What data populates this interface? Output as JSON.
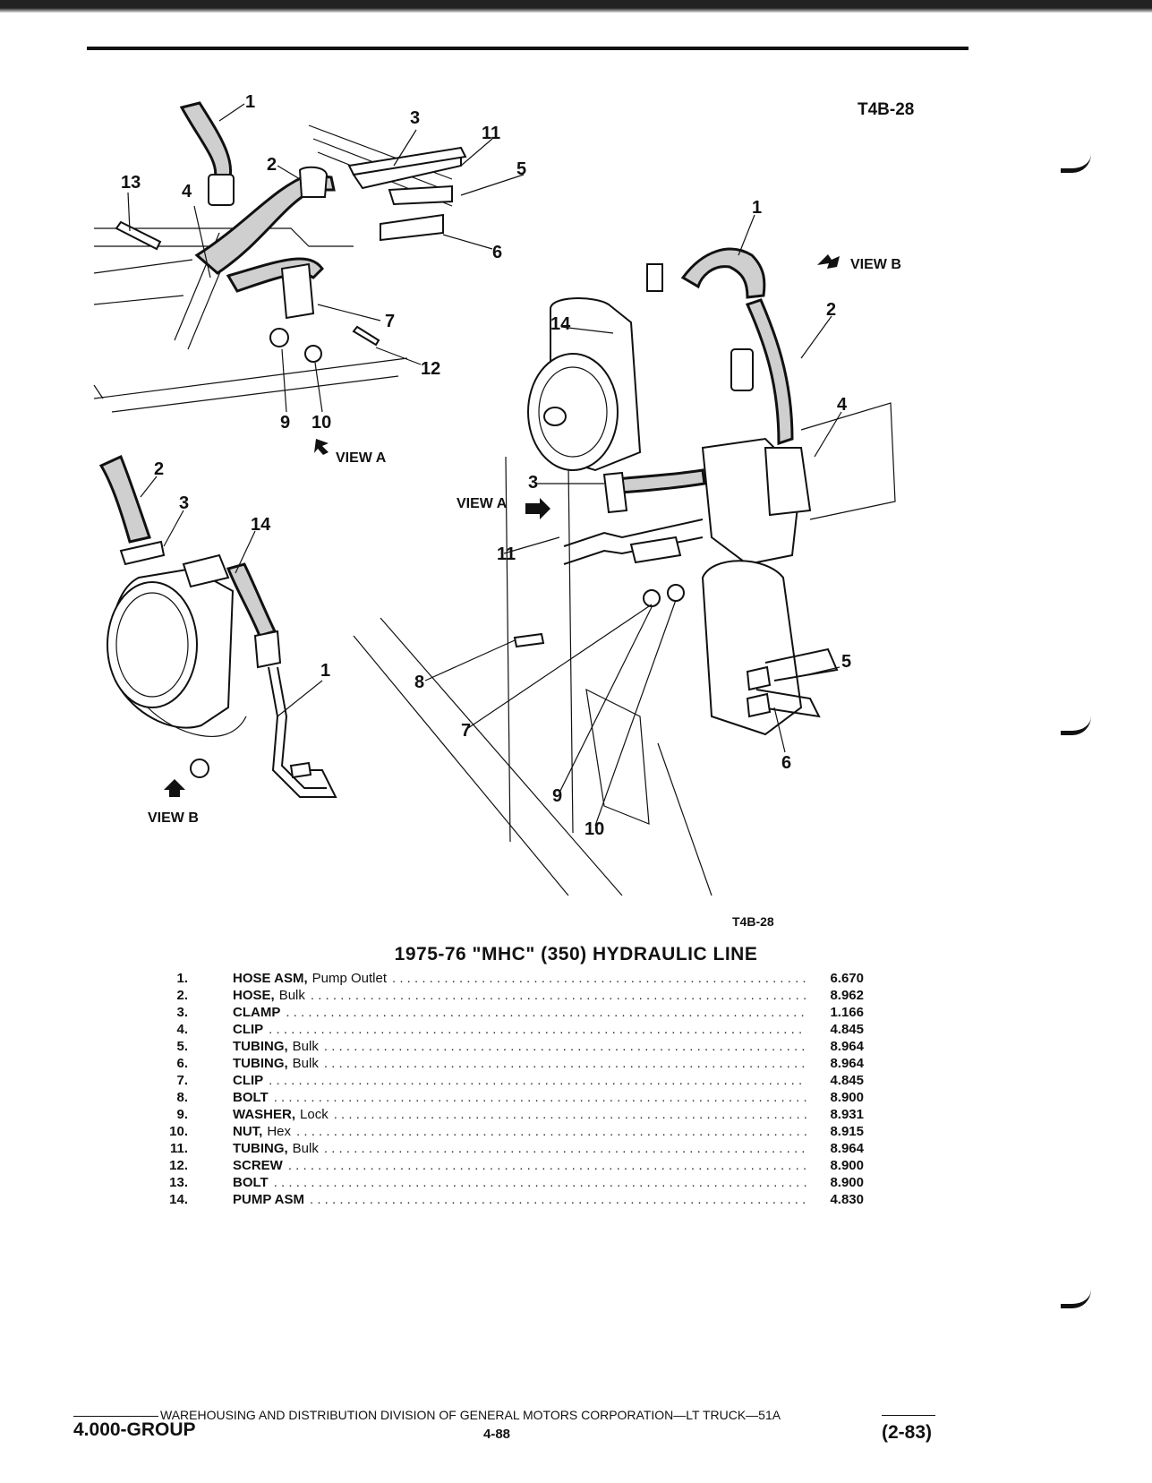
{
  "figure": {
    "code_top": "T4B-28",
    "code_bottom": "T4B-28",
    "view_a_label": "VIEW A",
    "view_b_label": "VIEW B",
    "callouts": [
      "1",
      "2",
      "3",
      "4",
      "5",
      "6",
      "7",
      "8",
      "9",
      "10",
      "11",
      "12",
      "13",
      "14"
    ]
  },
  "parts_list": {
    "title": "1975-76 \"MHC\" (350) HYDRAULIC LINE",
    "items": [
      {
        "num": "1.",
        "name": "HOSE ASM,",
        "desc": "Pump Outlet",
        "code": "6.670"
      },
      {
        "num": "2.",
        "name": "HOSE,",
        "desc": "Bulk",
        "code": "8.962"
      },
      {
        "num": "3.",
        "name": "CLAMP",
        "desc": "",
        "code": "1.166"
      },
      {
        "num": "4.",
        "name": "CLIP",
        "desc": "",
        "code": "4.845"
      },
      {
        "num": "5.",
        "name": "TUBING,",
        "desc": "Bulk",
        "code": "8.964"
      },
      {
        "num": "6.",
        "name": "TUBING,",
        "desc": "Bulk",
        "code": "8.964"
      },
      {
        "num": "7.",
        "name": "CLIP",
        "desc": "",
        "code": "4.845"
      },
      {
        "num": "8.",
        "name": "BOLT",
        "desc": "",
        "code": "8.900"
      },
      {
        "num": "9.",
        "name": "WASHER,",
        "desc": "Lock",
        "code": "8.931"
      },
      {
        "num": "10.",
        "name": "NUT,",
        "desc": "Hex",
        "code": "8.915"
      },
      {
        "num": "11.",
        "name": "TUBING,",
        "desc": "Bulk",
        "code": "8.964"
      },
      {
        "num": "12.",
        "name": "SCREW",
        "desc": "",
        "code": "8.900"
      },
      {
        "num": "13.",
        "name": "BOLT",
        "desc": "",
        "code": "8.900"
      },
      {
        "num": "14.",
        "name": "PUMP ASM",
        "desc": "",
        "code": "4.830"
      }
    ]
  },
  "footer": {
    "distribution": "WAREHOUSING AND DISTRIBUTION  DIVISION OF GENERAL MOTORS CORPORATION—LT TRUCK—51A",
    "group": "4.000-GROUP",
    "page": "4-88",
    "date": "(2-83)"
  }
}
